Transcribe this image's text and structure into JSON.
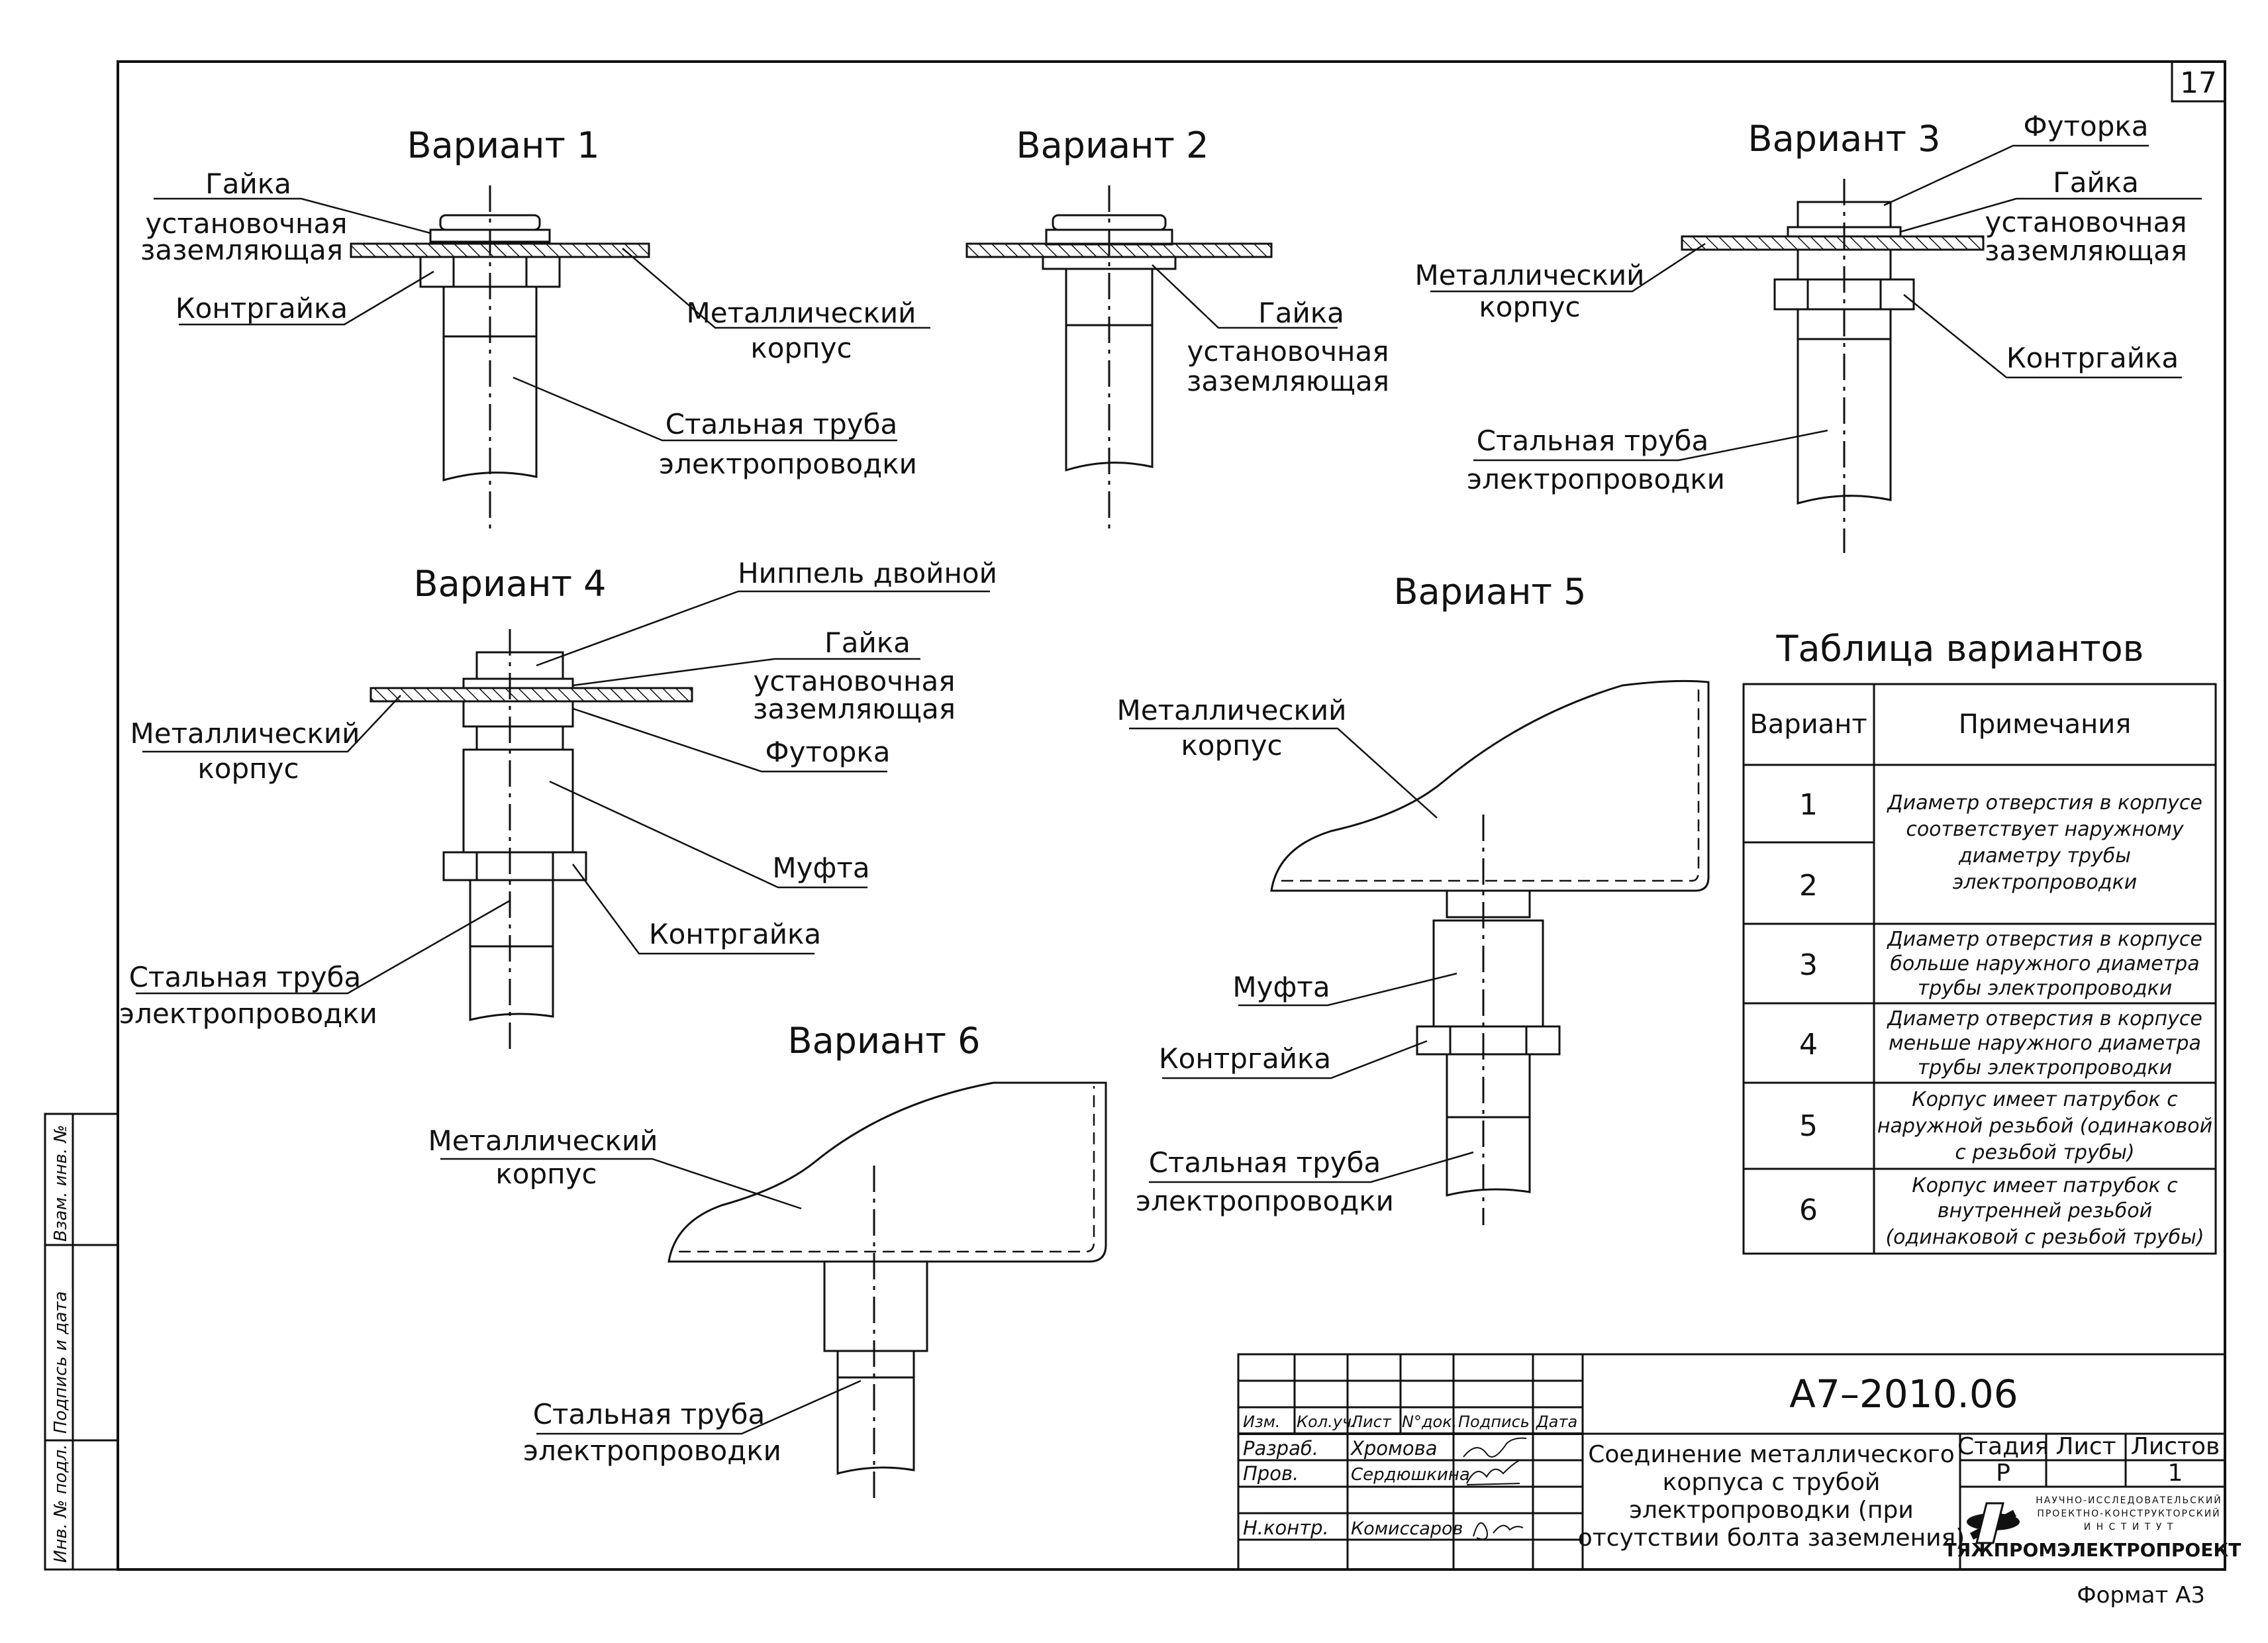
{
  "sheet_number": "17",
  "format_label": "Формат А3",
  "variants": {
    "v1": {
      "title": "Вариант 1",
      "nut_label": [
        "Гайка",
        "установочная",
        "заземляющая"
      ],
      "locknut_label": "Контргайка",
      "body_label": [
        "Металлический",
        "корпус"
      ],
      "pipe_label": [
        "Стальная труба",
        "электропроводки"
      ]
    },
    "v2": {
      "title": "Вариант 2",
      "nut_label": [
        "Гайка",
        "установочная",
        "заземляющая"
      ]
    },
    "v3": {
      "title": "Вариант 3",
      "bushing_label": "Футорка",
      "nut_label": [
        "Гайка",
        "установочная",
        "заземляющая"
      ],
      "body_label": [
        "Металлический",
        "корпус"
      ],
      "locknut_label": "Контргайка",
      "pipe_label": [
        "Стальная труба",
        "электропроводки"
      ]
    },
    "v4": {
      "title": "Вариант 4",
      "nipple_label": "Ниппель двойной",
      "nut_label": [
        "Гайка",
        "установочная",
        "заземляющая"
      ],
      "body_label": [
        "Металлический",
        "корпус"
      ],
      "bushing_label": "Футорка",
      "coupling_label": "Муфта",
      "locknut_label": "Контргайка",
      "pipe_label": [
        "Стальная труба",
        "электропроводки"
      ]
    },
    "v5": {
      "title": "Вариант 5",
      "body_label": [
        "Металлический",
        "корпус"
      ],
      "coupling_label": "Муфта",
      "locknut_label": "Контргайка",
      "pipe_label": [
        "Стальная труба",
        "электропроводки"
      ]
    },
    "v6": {
      "title": "Вариант 6",
      "body_label": [
        "Металлический",
        "корпус"
      ],
      "pipe_label": [
        "Стальная труба",
        "электропроводки"
      ]
    }
  },
  "variants_table": {
    "title": "Таблица вариантов",
    "col_variant": "Вариант",
    "col_notes": "Примечания",
    "rows": [
      {
        "nums": [
          "1",
          "2"
        ],
        "note": [
          "Диаметр отверстия в корпусе",
          "соответствует наружному",
          "диаметру трубы",
          "электропроводки"
        ]
      },
      {
        "nums": [
          "3"
        ],
        "note": [
          "Диаметр отверстия в корпусе",
          "больше наружного диаметра",
          "трубы электропроводки"
        ]
      },
      {
        "nums": [
          "4"
        ],
        "note": [
          "Диаметр отверстия в корпусе",
          "меньше наружного диаметра",
          "трубы электропроводки"
        ]
      },
      {
        "nums": [
          "5"
        ],
        "note": [
          "Корпус имеет патрубок с",
          "наружной резьбой (одинаковой",
          "с резьбой трубы)"
        ]
      },
      {
        "nums": [
          "6"
        ],
        "note": [
          "Корпус имеет патрубок с",
          "внутренней резьбой",
          "(одинаковой с резьбой трубы)"
        ]
      }
    ]
  },
  "title_block": {
    "doc_code": "А7–2010.06",
    "headers": [
      "Изм.",
      "Кол.уч.",
      "Лист",
      "N°док.",
      "Подпись",
      "Дата"
    ],
    "roles": [
      {
        "role": "Разраб.",
        "name": "Хромова"
      },
      {
        "role": "Пров.",
        "name": "Сердюшкина"
      },
      {
        "role": "Н.контр.",
        "name": "Комиссаров"
      }
    ],
    "drawing_title": [
      "Соединение металлического",
      "корпуса с трубой",
      "электропроводки (при",
      "отсутствии болта заземления)"
    ],
    "stage_header": "Стадия",
    "sheet_header": "Лист",
    "sheets_header": "Листов",
    "stage_value": "Р",
    "sheets_value": "1",
    "org_line1": "НАУЧНО-ИССЛЕДОВАТЕЛЬСКИЙ",
    "org_line2": "ПРОЕКТНО-КОНСТРУКТОРСКИЙ",
    "org_line3": "И Н С Т И Т У Т",
    "org_name": "ТЯЖПРОМЭЛЕКТРОПРОЕКТ"
  },
  "side_stamp": {
    "ref_no": "Взам. инв. №",
    "sign_date": "Подпись и дата",
    "inv_no": "Инв. № подл."
  }
}
